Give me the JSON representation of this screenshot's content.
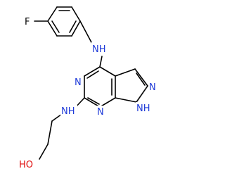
{
  "molecule": {
    "colors": {
      "carbon_bond": "#000000",
      "nitrogen": "#1f3bd8",
      "oxygen": "#e01010",
      "fluorine": "#000000"
    },
    "labels": {
      "fluorine": "F",
      "amine_top": "NH",
      "amine_left": "NH",
      "ring_n_left": "N",
      "ring_n_bottom": "N",
      "pyrazole_n": "N",
      "pyrazole_nh": "NH",
      "hydroxyl": "HO"
    }
  }
}
